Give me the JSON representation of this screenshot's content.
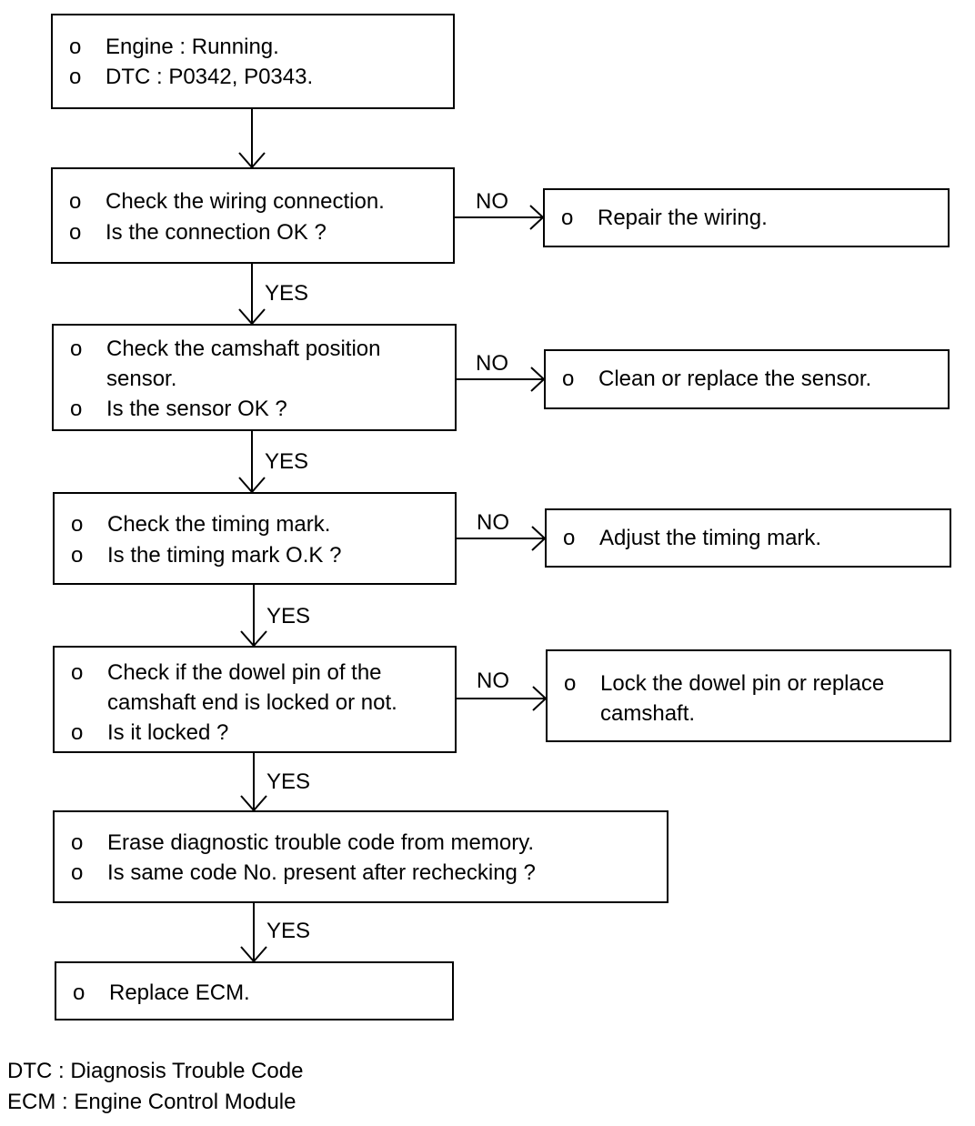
{
  "bullet": "o",
  "steps": [
    {
      "lines": [
        "Engine : Running.",
        "DTC : P0342, P0343."
      ]
    },
    {
      "lines": [
        "Check the wiring connection.",
        "Is the connection OK ?"
      ]
    },
    {
      "lines": [
        "Check the camshaft position",
        "sensor.",
        "Is the sensor OK ?"
      ]
    },
    {
      "lines": [
        "Check the timing mark.",
        "Is the timing mark O.K ?"
      ]
    },
    {
      "lines": [
        "Check if the dowel pin of the",
        "camshaft end is locked or not.",
        "Is it locked ?"
      ]
    },
    {
      "lines": [
        "Erase diagnostic trouble code from memory.",
        "Is same code No. present after rechecking ?"
      ]
    },
    {
      "lines": [
        "Replace ECM."
      ]
    }
  ],
  "actions": [
    {
      "lines": [
        "Repair the wiring."
      ]
    },
    {
      "lines": [
        "Clean or replace the sensor."
      ]
    },
    {
      "lines": [
        "Adjust the timing mark."
      ]
    },
    {
      "lines": [
        "Lock the dowel pin or replace",
        "camshaft."
      ]
    }
  ],
  "labels": {
    "yes": "YES",
    "no": "NO"
  },
  "legend": [
    "DTC : Diagnosis Trouble Code",
    "ECM : Engine Control Module"
  ]
}
